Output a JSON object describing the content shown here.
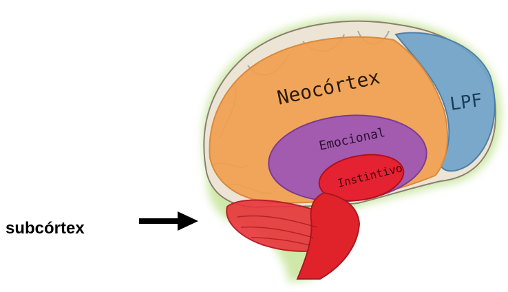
{
  "labels": {
    "subcortex": "subcórtex",
    "neocortex": "Neocórtex",
    "lpf": "LPF",
    "emocional": "Emocional",
    "instintivo": "Instintivo"
  },
  "colors": {
    "neocortex": "#f0a050",
    "lpf": "#6fa3c9",
    "emocional": "#9b55b5",
    "instintivo": "#e8202a",
    "glow": "#cfe8a8",
    "gyri": "#e9e1d0"
  },
  "icons": {
    "arrow": "right-arrow-icon"
  }
}
